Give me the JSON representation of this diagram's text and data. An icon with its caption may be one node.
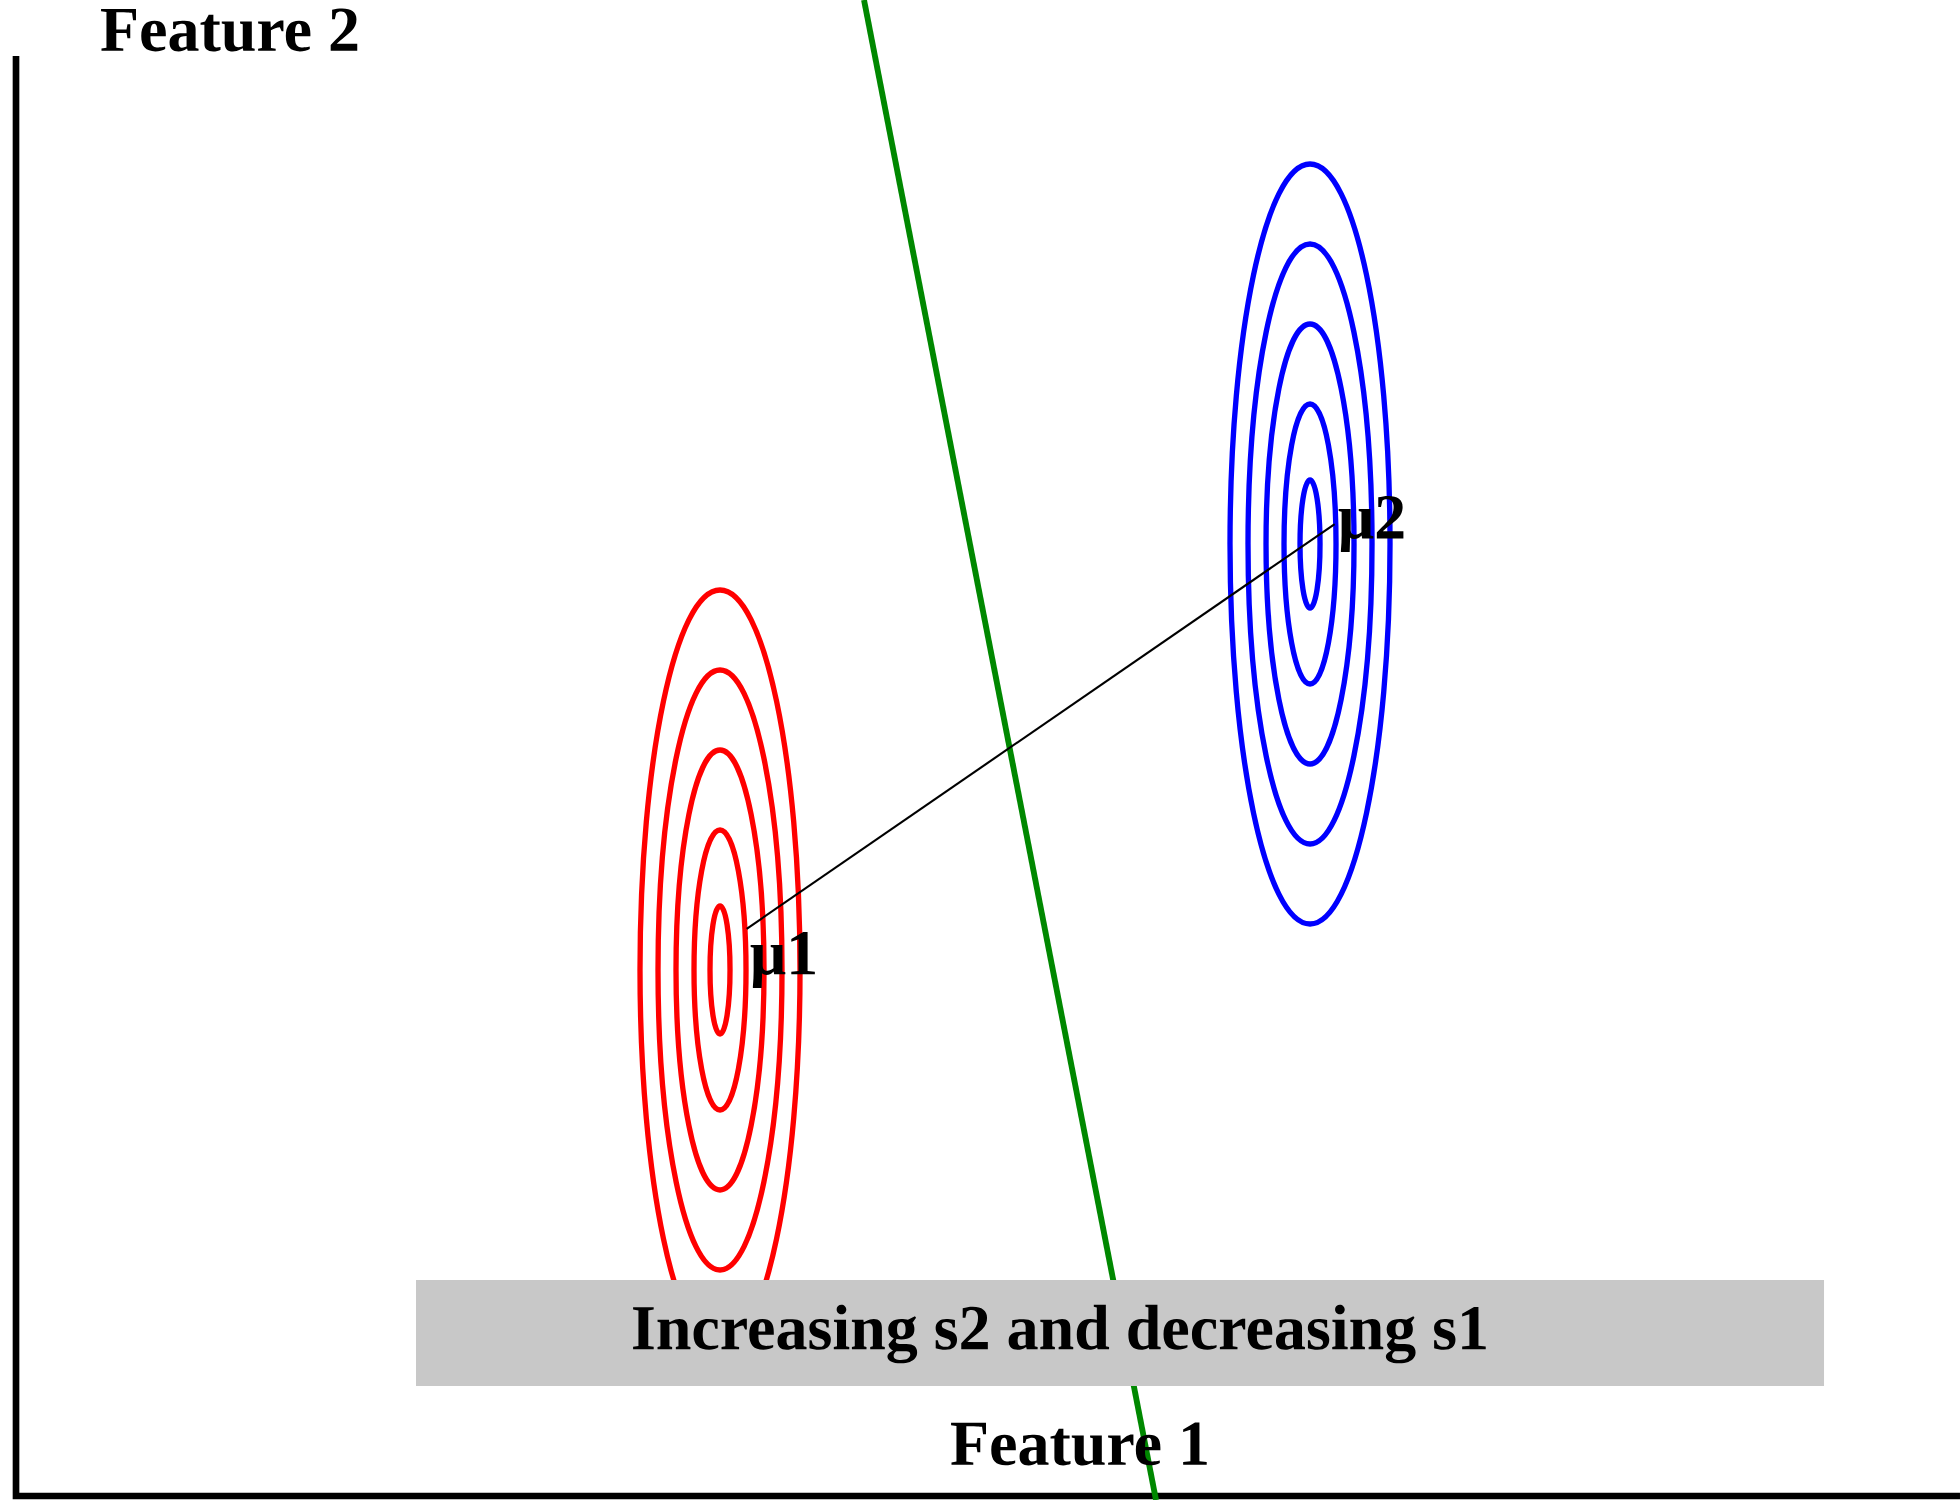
{
  "diagram": {
    "nodes": [
      {
        "text": [
          "μ1"
        ]
      },
      {
        "text": [
          "μ2"
        ]
      },
      {
        "text": [
          "Increasing s2 and decreasing s1"
        ]
      }
    ],
    "edges": [
      {
        "from": 0,
        "to": 1,
        "arrow": "none"
      }
    ],
    "labels": [
      "Feature 2",
      "Feature 1"
    ]
  }
}
